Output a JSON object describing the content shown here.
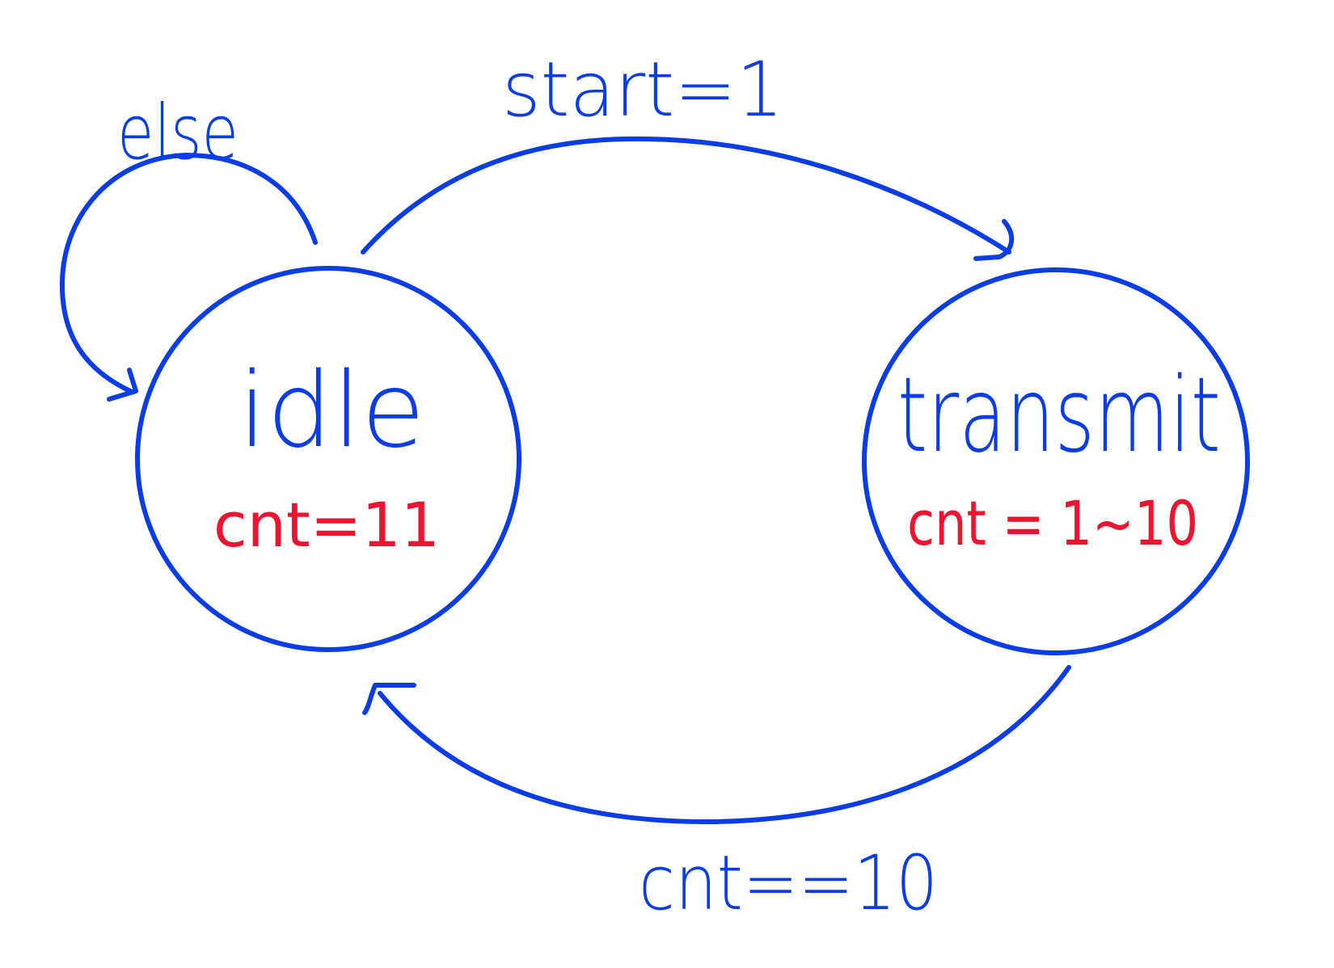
{
  "colors": {
    "ink": "#0a3de6",
    "note": "#ee1430",
    "background": "#ffffff"
  },
  "states": {
    "idle": {
      "name": "idle",
      "note": "cnt=11"
    },
    "transmit": {
      "name": "transmit",
      "note": "cnt = 1~10"
    }
  },
  "transitions": {
    "self_loop": {
      "from": "idle",
      "to": "idle",
      "label": "else"
    },
    "idle_to_transmit": {
      "from": "idle",
      "to": "transmit",
      "label": "start=1"
    },
    "transmit_to_idle": {
      "from": "transmit",
      "to": "idle",
      "label": "cnt==10"
    }
  }
}
